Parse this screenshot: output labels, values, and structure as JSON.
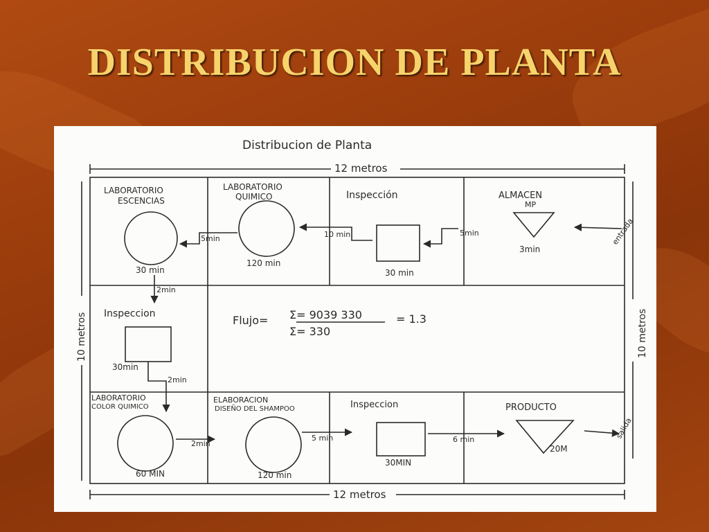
{
  "slide": {
    "title": "DISTRIBUCION DE PLANTA"
  },
  "sheet": {
    "heading": "Distribucion de Planta",
    "dim_top": "12 metros",
    "dim_bottom": "12 metros",
    "dim_left": "10 metros",
    "dim_right": "10 metros",
    "entrada": "entrada",
    "salida": "salida",
    "areas": {
      "lab_escencias": [
        "LABORATORIO",
        "ESCENCIAS"
      ],
      "lab_quimico": [
        "LABORATORIO",
        "QUIMICO"
      ],
      "inspeccion_top": "Inspección",
      "almacen": [
        "ALMACEN",
        "MP"
      ],
      "inspeccion_left": "Inspeccion",
      "lab_color": [
        "LABORATORIO",
        "COLOR QUIMICO"
      ],
      "elaboracion": [
        "ELABORACION",
        "DISEÑO DEL SHAMPOO"
      ],
      "inspeccion_bottom": "Inspeccion",
      "producto": "PRODUCTO"
    },
    "times": {
      "almacen": "3min",
      "insp_top": "30 min",
      "lab_quimico": "120 min",
      "lab_escencias": "30 min",
      "insp_left": "30min",
      "lab_color": "60 MIN",
      "elaboracion": "120 min",
      "insp_bottom": "30MIN",
      "producto": "20M"
    },
    "transfers": {
      "almacen_to_insp": "5min",
      "insp_to_quimico": "10 min",
      "quimico_to_escencias": "5min",
      "escencias_to_insp": "2min",
      "insp_to_color": "2min",
      "color_to_elab": "2min",
      "elab_to_insp": "5 min",
      "insp_to_producto": "6 min"
    },
    "flujo": {
      "label": "Flujo=",
      "line1": "Σ= 9039 330",
      "result": "= 1.3",
      "line2": "Σ= 330"
    }
  }
}
